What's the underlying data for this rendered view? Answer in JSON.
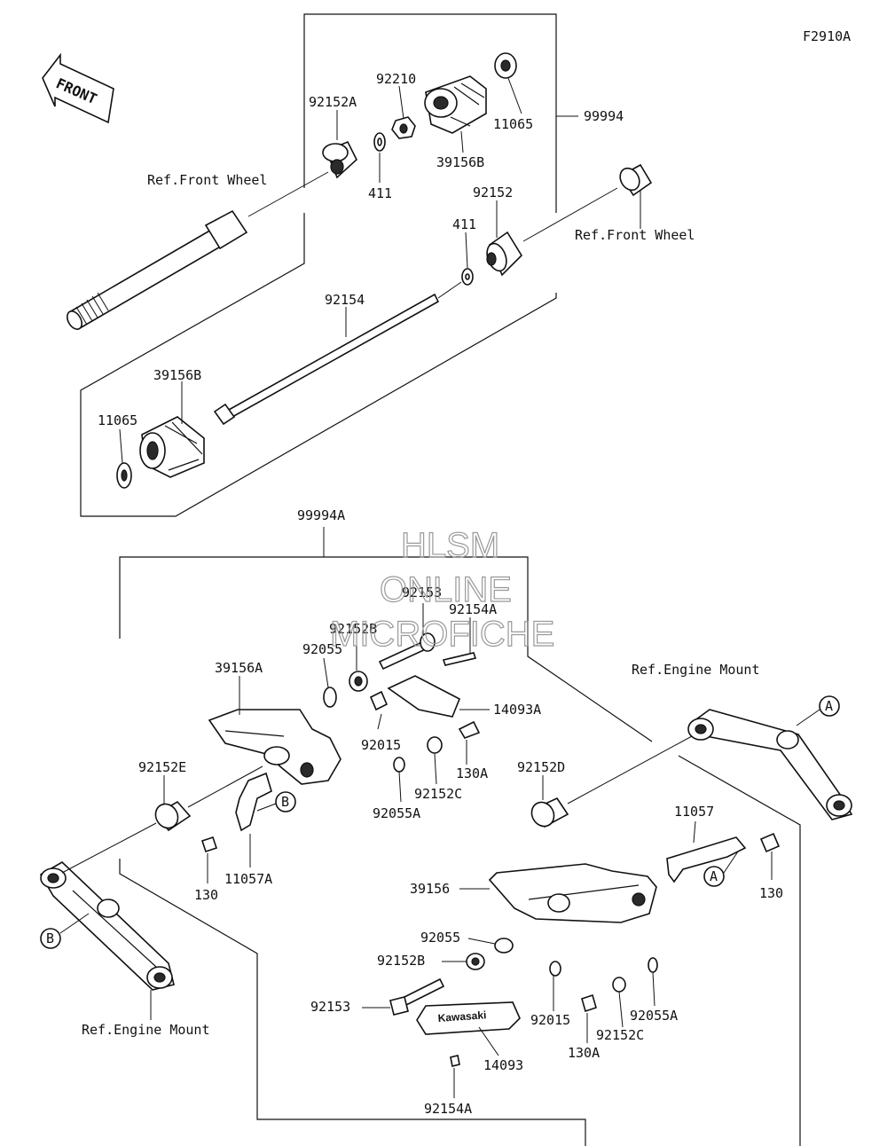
{
  "figure_id": "F2910A",
  "front_arrow": "FRONT",
  "watermark": {
    "line1": "HLSM",
    "line2": "ONLINE",
    "line3": "MICROFICHE"
  },
  "labels": {
    "k99994": "99994",
    "k99994A": "99994A",
    "k92152A": "92152A",
    "k92210": "92210",
    "k11065_top": "11065",
    "k39156B_top": "39156B",
    "k411_top": "411",
    "k92152": "92152",
    "k411_mid": "411",
    "k92154": "92154",
    "k39156B_left": "39156B",
    "k11065_left": "11065",
    "ref_front_wheel_1": "Ref.Front Wheel",
    "ref_front_wheel_2": "Ref.Front Wheel",
    "k92153_top": "92153",
    "k92154A_top": "92154A",
    "k92152B_top": "92152B",
    "k92055_top": "92055",
    "k39156A": "39156A",
    "k14093A": "14093A",
    "k92015_top": "92015",
    "k130A_top": "130A",
    "k92152C_top": "92152C",
    "k92055A_top": "92055A",
    "k92152E": "92152E",
    "k130_left": "130",
    "k11057A": "11057A",
    "ref_engine_mount_1": "Ref.Engine Mount",
    "ref_engine_mount_2": "Ref.Engine Mount",
    "k92152D": "92152D",
    "k11057": "11057",
    "k39156": "39156",
    "k130_right": "130",
    "k92055_bot": "92055",
    "k92152B_bot": "92152B",
    "k92153_bot": "92153",
    "k92015_bot": "92015",
    "k92055A_bot": "92055A",
    "k130A_bot": "130A",
    "k92152C_bot": "92152C",
    "k14093": "14093",
    "k92154A_bot": "92154A",
    "callout_A1": "A",
    "callout_A2": "A",
    "callout_B1": "B",
    "callout_B2": "B",
    "plate_logo": "Kawasaki"
  }
}
